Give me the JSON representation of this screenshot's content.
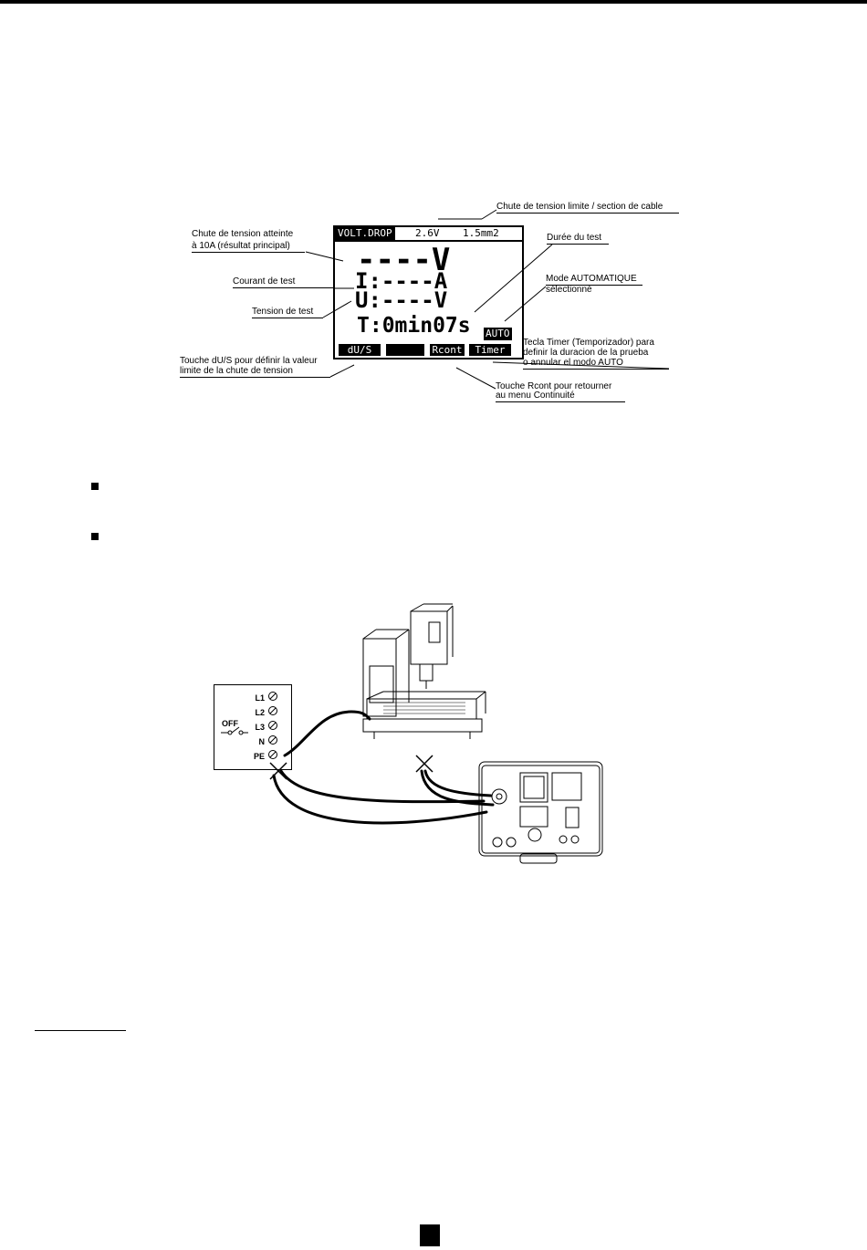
{
  "screen": {
    "mode": "VOLT.DROP",
    "voltage_limit": "2.6V",
    "section": "1.5mm2",
    "main_value": "----V",
    "current_line": "I:----A",
    "voltage_line": "U:----V",
    "timer_line": "T:0min07s",
    "auto_badge": "AUTO",
    "softkeys": [
      "dU/S",
      "",
      "Rcont",
      "Timer"
    ]
  },
  "callouts": {
    "drop_limit": "Chute de tension limite / section de cable",
    "reached_line1": "Chute de tension atteinte",
    "reached_line2": "à 10A (résultat principal)",
    "test_duration": "Durée du test",
    "test_current": "Courant de test",
    "auto_mode_line1": "Mode AUTOMATIQUE",
    "auto_mode_line2": "sélectionné",
    "test_voltage": "Tension de test",
    "timer_key_line1": "Tecla Timer (Temporizador) para",
    "timer_key_line2": "definir la duracion de la prueba",
    "timer_key_line3": "o annular el modo AUTO",
    "dus_key_line1": "Touche dU/S pour définir la valeur",
    "dus_key_line2": "limite de la chute de tension",
    "rcont_key_line1": "Touche Rcont pour retourner",
    "rcont_key_line2": "au menu Continuité"
  },
  "diagram": {
    "terminals": [
      "L1",
      "L2",
      "L3",
      "N",
      "PE"
    ],
    "switch_label": "OFF"
  }
}
